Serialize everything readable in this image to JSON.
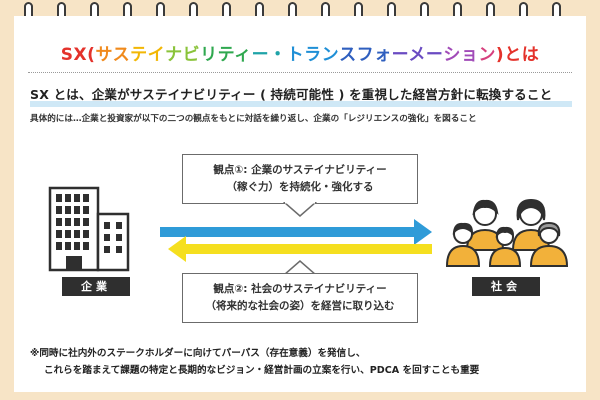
{
  "title": {
    "segments": [
      {
        "text": "SX",
        "color": "#e4322b"
      },
      {
        "text": "(",
        "color": "#e4322b"
      },
      {
        "text": "サス",
        "color": "#f08a1c"
      },
      {
        "text": "テイ",
        "color": "#f2b705"
      },
      {
        "text": "ナビ",
        "color": "#8ac33a"
      },
      {
        "text": "リティ",
        "color": "#2fa84f"
      },
      {
        "text": "ー・",
        "color": "#1fa3a8"
      },
      {
        "text": "トラン",
        "color": "#1f8fd6"
      },
      {
        "text": "スフォ",
        "color": "#2f5fbf"
      },
      {
        "text": "ーメー",
        "color": "#6a4bc2"
      },
      {
        "text": "ショ",
        "color": "#a14bb8"
      },
      {
        "text": "ン",
        "color": "#d6407e"
      },
      {
        "text": ")",
        "color": "#e4322b"
      },
      {
        "text": "とは",
        "color": "#e4322b"
      }
    ]
  },
  "lead": "SX とは、企業がサステイナビリティー ( 持続可能性 ) を重視した経営方針に転換すること",
  "sub": "具体的には…企業と投資家が以下の二つの観点をもとに対話を繰り返し、企業の「レジリエンスの強化」を図ること",
  "viewpoint1": {
    "line1": "観点①: 企業のサステイナビリティー",
    "line2": "（稼ぐ力）を持続化・強化する"
  },
  "viewpoint2": {
    "line1": "観点②: 社会のサステイナビリティー",
    "line2": "（将来的な社会の姿）を経営に取り込む"
  },
  "labels": {
    "company": "企業",
    "society": "社会"
  },
  "note": {
    "line1": "※同時に社内外のステークホルダーに向けてパーパス（存在意義）を発信し、",
    "line2": "これらを踏まえて課題の特定と長期的なビジョン・経営計画の立案を行い、PDCA を回すことも重要"
  },
  "colors": {
    "background": "#f7e4c6",
    "arrow_right": "#2f9bd8",
    "arrow_left": "#f5df1f",
    "label_bg": "#2f2f2f",
    "people_fill": "#f2b13a"
  },
  "icons": {
    "building": "office-building-icon",
    "people": "people-group-icon"
  }
}
